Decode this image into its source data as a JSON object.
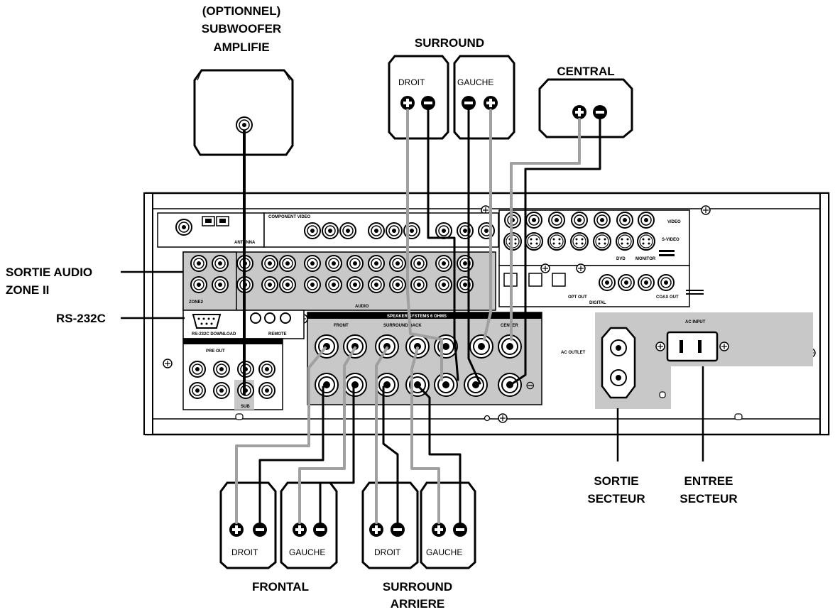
{
  "labels": {
    "subwoofer": [
      "(OPTIONNEL)",
      "SUBWOOFER",
      "AMPLIFIE"
    ],
    "surround": "SURROUND",
    "central": "CENTRAL",
    "sortie_audio_zone": [
      "SORTIE AUDIO",
      "ZONE II"
    ],
    "rs232c": "RS-232C",
    "frontal": "FRONTAL",
    "surround_arriere": [
      "SURROUND",
      "ARRIERE"
    ],
    "sortie_secteur": [
      "SORTIE",
      "SECTEUR"
    ],
    "entree_secteur": [
      "ENTREE",
      "SECTEUR"
    ]
  },
  "speakers": {
    "surround_right": "DROIT",
    "surround_left": "GAUCHE",
    "front_right": "DROIT",
    "front_left": "GAUCHE",
    "back_right": "DROIT",
    "back_left": "GAUCHE"
  },
  "panel": {
    "component_video": "COMPONENT VIDEO",
    "video": "VIDEO",
    "svideo": "S-VIDEO",
    "audio": "AUDIO",
    "digital": "DIGITAL",
    "speaker_systems": "SPEAKER SYSTEMS 6 OHMS",
    "front": "FRONT",
    "surround_back": "SURROUND BACK",
    "center": "CENTER",
    "ac_outlet": "AC OUTLET",
    "ac_input": "AC INPUT",
    "rs232c_download": "RS-232C DOWNLOAD",
    "remote": "REMOTE",
    "antenna": "ANTENNA",
    "pre_out": "PRE OUT",
    "sub": "SUB",
    "zone2": "ZONE2",
    "dvd": "DVD",
    "monitor": "MONITOR",
    "coax_out": "COAX OUT",
    "opt_out": "OPT OUT"
  }
}
